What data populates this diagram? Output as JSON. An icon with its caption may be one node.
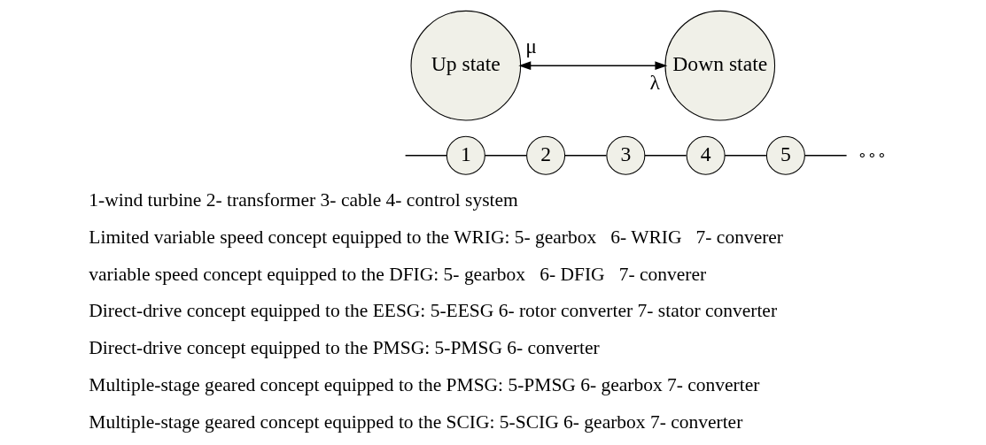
{
  "diagram": {
    "nodes": [
      {
        "text": [
          "Up state"
        ]
      },
      {
        "text": [
          "Down state"
        ]
      },
      {
        "text": [
          "1"
        ]
      },
      {
        "text": [
          "2"
        ]
      },
      {
        "text": [
          "3"
        ]
      },
      {
        "text": [
          "4"
        ]
      },
      {
        "text": [
          "5"
        ]
      }
    ],
    "edges": [
      {
        "from": 0,
        "to": 1,
        "arrow": "both"
      },
      {
        "from": null,
        "to": 2,
        "arrow": "none"
      },
      {
        "from": 2,
        "to": 3,
        "arrow": "none"
      },
      {
        "from": 3,
        "to": 4,
        "arrow": "none"
      },
      {
        "from": 4,
        "to": 5,
        "arrow": "none"
      },
      {
        "from": 5,
        "to": 6,
        "arrow": "none"
      },
      {
        "from": 6,
        "to": null,
        "arrow": "none"
      }
    ],
    "labels": [
      "μ",
      "λ",
      "∘∘∘",
      "1-wind turbine 2- transformer 3- cable 4- control system",
      "Limited variable speed concept equipped to the WRIG: 5- gearbox   6- WRIG   7- converer",
      "variable speed concept equipped to the DFIG: 5- gearbox   6- DFIG   7- converer",
      "Direct-drive concept equipped to the EESG: 5-EESG 6- rotor converter 7- stator converter",
      "Direct-drive concept equipped to the PMSG: 5-PMSG 6- converter",
      "Multiple-stage geared concept equipped to the PMSG: 5-PMSG 6- gearbox 7- converter",
      "Multiple-stage geared concept equipped to the SCIG: 5-SCIG 6- gearbox 7- converter"
    ]
  }
}
